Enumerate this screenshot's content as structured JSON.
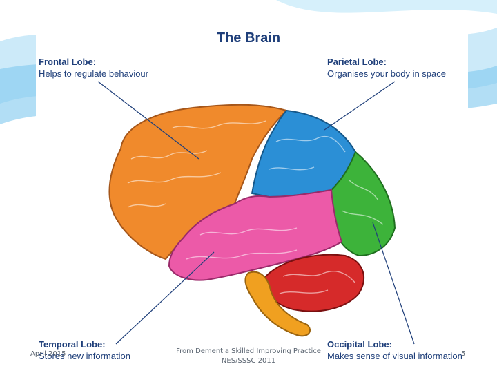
{
  "slide": {
    "title": "The Brain",
    "page_number": "5",
    "footer_date": "April 2015",
    "footer_source_line1": "From Dementia Skilled Improving Practice",
    "footer_source_line2": "NES/SSSC 2011"
  },
  "lobes": {
    "frontal": {
      "name": "Frontal Lobe:",
      "description": "Helps to regulate behaviour",
      "color": "#f08a2c"
    },
    "parietal": {
      "name": "Parietal Lobe:",
      "description": "Organises your body in space",
      "color": "#2b8fd6"
    },
    "temporal": {
      "name": "Temporal Lobe:",
      "description": "Stores new information",
      "color": "#ec5aa8"
    },
    "occipital": {
      "name": "Occipital Lobe:",
      "description": "Makes sense of visual information",
      "color": "#3db33a"
    }
  },
  "other_regions": {
    "cerebellum_color": "#d62a2a",
    "brainstem_color": "#f0a020"
  },
  "colors": {
    "text_primary": "#1f3f7a",
    "background_wave": "#7ec8ef"
  }
}
